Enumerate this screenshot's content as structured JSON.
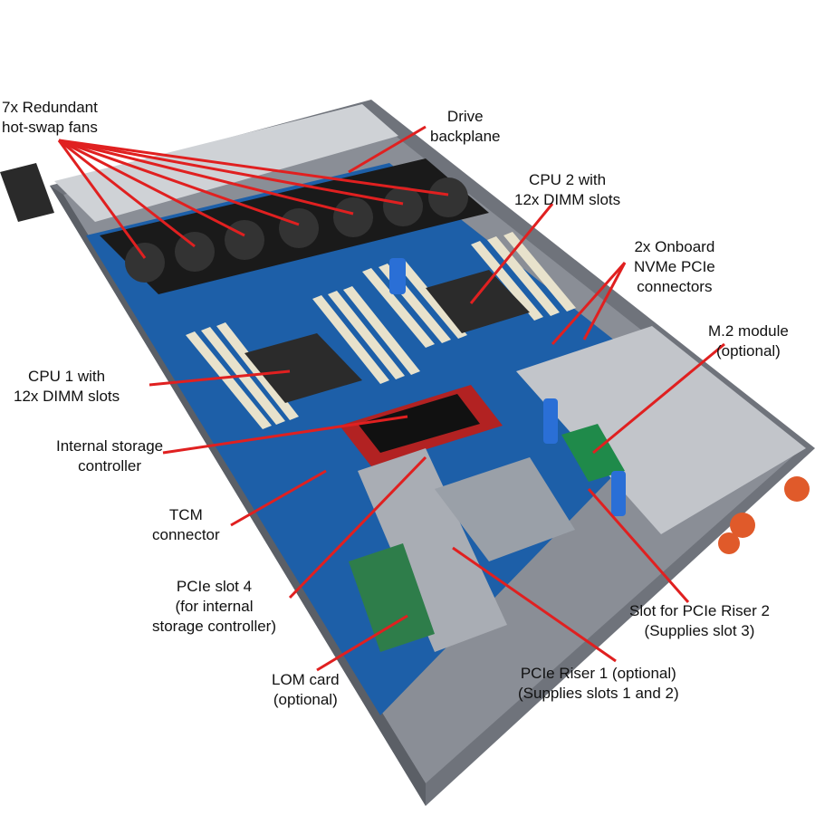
{
  "colors": {
    "callout": "#e02020",
    "chassis": "#7d8088",
    "board": "#1d5fa8",
    "fan": "#1a1a1a",
    "dimm": "#e8e2cc",
    "heatsink": "#9aa0a8",
    "latch_blue": "#2a6fd6",
    "psu_handle": "#e05a2a",
    "raid_card": "#b22222"
  },
  "labels": {
    "fans": [
      "7x Redundant",
      "hot-swap fans"
    ],
    "backplane": [
      "Drive",
      "backplane"
    ],
    "cpu2": [
      "CPU 2 with",
      "12x DIMM slots"
    ],
    "nvme": [
      "2x Onboard",
      "NVMe PCIe",
      "connectors"
    ],
    "m2": [
      "M.2 module",
      "(optional)"
    ],
    "cpu1": [
      "CPU 1 with",
      "12x DIMM slots"
    ],
    "storage_ctrl": [
      "Internal storage",
      "controller"
    ],
    "tcm": [
      "TCM",
      "connector"
    ],
    "pcie4": [
      "PCIe slot 4",
      "(for internal",
      "storage controller)"
    ],
    "lom": [
      "LOM card",
      "(optional)"
    ],
    "riser1": [
      "PCIe Riser 1 (optional)",
      "(Supplies slots 1 and 2)"
    ],
    "riser2": [
      "Slot for PCIe Riser 2",
      "(Supplies slot 3)"
    ]
  }
}
